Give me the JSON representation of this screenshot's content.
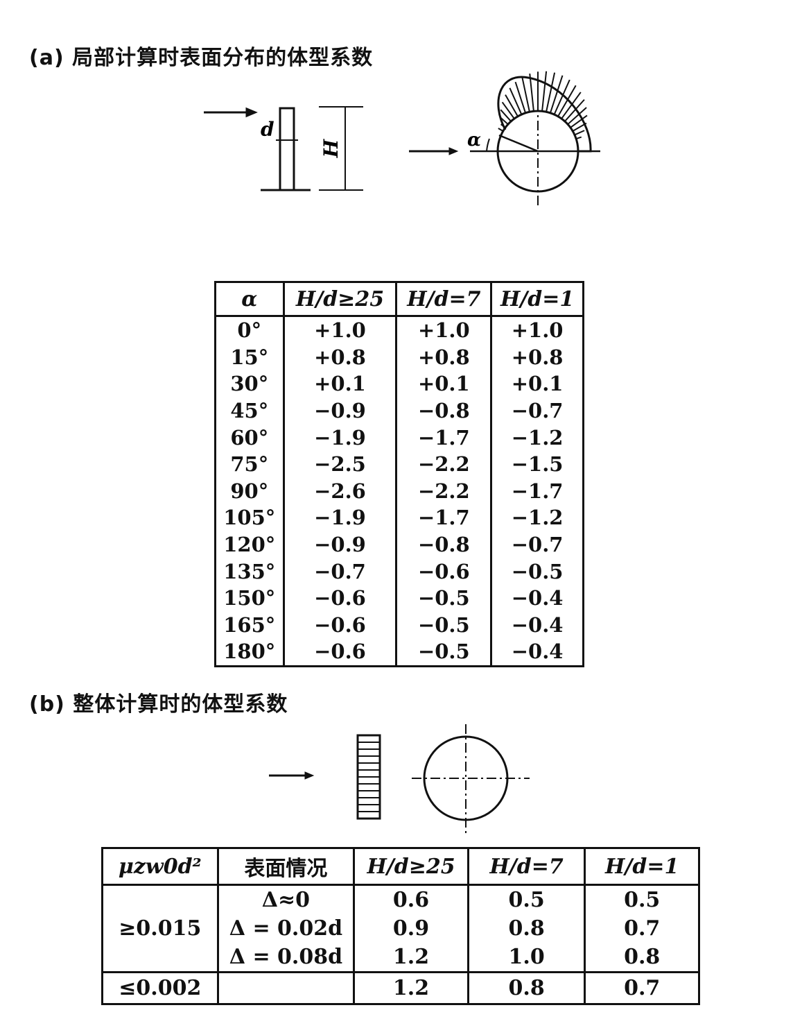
{
  "section_a": {
    "title": "(a) 局部计算时表面分布的体型系数",
    "figure_labels": {
      "d": "d",
      "H": "H",
      "alpha": "α"
    },
    "table": {
      "headers": [
        "α",
        "H/d≥25",
        "H/d=7",
        "H/d=1"
      ],
      "rows": [
        [
          "0°",
          "+1.0",
          "+1.0",
          "+1.0"
        ],
        [
          "15°",
          "+0.8",
          "+0.8",
          "+0.8"
        ],
        [
          "30°",
          "+0.1",
          "+0.1",
          "+0.1"
        ],
        [
          "45°",
          "−0.9",
          "−0.8",
          "−0.7"
        ],
        [
          "60°",
          "−1.9",
          "−1.7",
          "−1.2"
        ],
        [
          "75°",
          "−2.5",
          "−2.2",
          "−1.5"
        ],
        [
          "90°",
          "−2.6",
          "−2.2",
          "−1.7"
        ],
        [
          "105°",
          "−1.9",
          "−1.7",
          "−1.2"
        ],
        [
          "120°",
          "−0.9",
          "−0.8",
          "−0.7"
        ],
        [
          "135°",
          "−0.7",
          "−0.6",
          "−0.5"
        ],
        [
          "150°",
          "−0.6",
          "−0.5",
          "−0.4"
        ],
        [
          "165°",
          "−0.6",
          "−0.5",
          "−0.4"
        ],
        [
          "180°",
          "−0.6",
          "−0.5",
          "−0.4"
        ]
      ]
    }
  },
  "section_b": {
    "title": "(b) 整体计算时的体型系数",
    "table": {
      "headers": [
        "μzw0d²",
        "表面情况",
        "H/d≥25",
        "H/d=7",
        "H/d=1"
      ],
      "group1": {
        "label": "≥0.015",
        "conditions": [
          "Δ≈0",
          "Δ = 0.02d",
          "Δ = 0.08d"
        ],
        "col_hd25": [
          "0.6",
          "0.9",
          "1.2"
        ],
        "col_hd7": [
          "0.5",
          "0.8",
          "1.0"
        ],
        "col_hd1": [
          "0.5",
          "0.7",
          "0.8"
        ]
      },
      "group2": {
        "label": "≤0.002",
        "condition": "",
        "values": [
          "1.2",
          "0.8",
          "0.7"
        ]
      }
    }
  }
}
